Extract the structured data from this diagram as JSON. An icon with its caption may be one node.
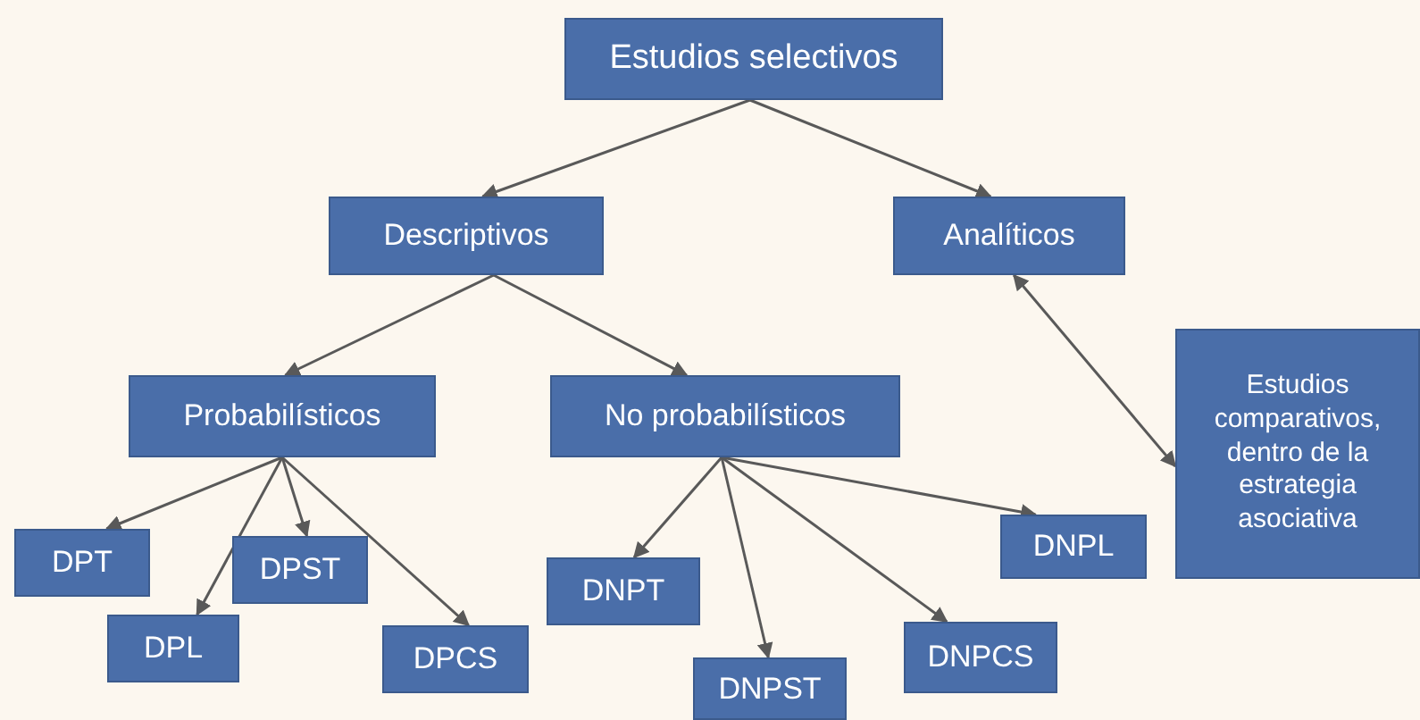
{
  "diagram": {
    "nodes": [
      {
        "text": [
          "Estudios selectivos"
        ]
      },
      {
        "text": [
          "Descriptivos"
        ]
      },
      {
        "text": [
          "Analíticos"
        ]
      },
      {
        "text": [
          "Probabilísticos"
        ]
      },
      {
        "text": [
          "No probabilísticos"
        ]
      },
      {
        "text": [
          "Estudios comparativos, dentro de la estrategia asociativa"
        ]
      },
      {
        "text": [
          "DPT"
        ]
      },
      {
        "text": [
          "DPL"
        ]
      },
      {
        "text": [
          "DPST"
        ]
      },
      {
        "text": [
          "DPCS"
        ]
      },
      {
        "text": [
          "DNPT"
        ]
      },
      {
        "text": [
          "DNPST"
        ]
      },
      {
        "text": [
          "DNPCS"
        ]
      },
      {
        "text": [
          "DNPL"
        ]
      }
    ],
    "edges": [
      {
        "from": 0,
        "to": 1,
        "arrow": "to"
      },
      {
        "from": 0,
        "to": 2,
        "arrow": "to"
      },
      {
        "from": 2,
        "to": 5,
        "arrow": "both"
      },
      {
        "from": 1,
        "to": 3,
        "arrow": "to"
      },
      {
        "from": 1,
        "to": 4,
        "arrow": "to"
      },
      {
        "from": 3,
        "to": 6,
        "arrow": "to"
      },
      {
        "from": 3,
        "to": 7,
        "arrow": "to"
      },
      {
        "from": 3,
        "to": 8,
        "arrow": "to"
      },
      {
        "from": 3,
        "to": 9,
        "arrow": "to"
      },
      {
        "from": 4,
        "to": 10,
        "arrow": "to"
      },
      {
        "from": 4,
        "to": 11,
        "arrow": "to"
      },
      {
        "from": 4,
        "to": 12,
        "arrow": "to"
      },
      {
        "from": 4,
        "to": 13,
        "arrow": "to"
      }
    ]
  }
}
